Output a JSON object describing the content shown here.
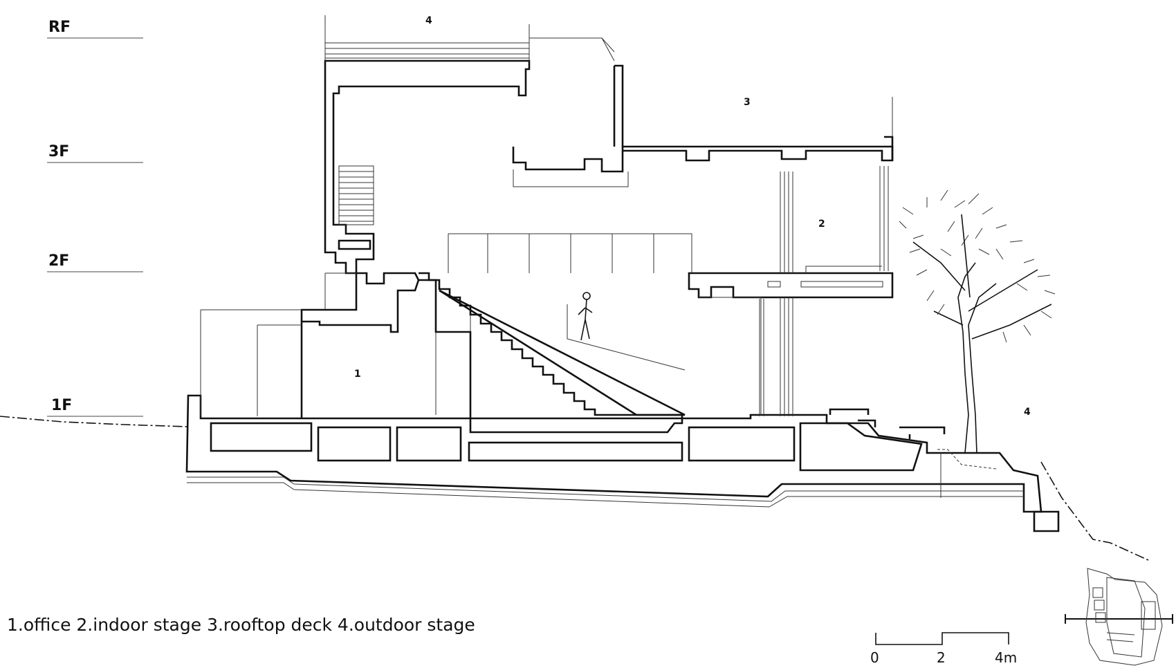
{
  "floor_levels": [
    {
      "id": "rf",
      "label": "RF"
    },
    {
      "id": "3f",
      "label": "3F"
    },
    {
      "id": "2f",
      "label": "2F"
    },
    {
      "id": "1f",
      "label": "1F"
    }
  ],
  "room_tags": [
    {
      "id": "office",
      "label": "1"
    },
    {
      "id": "indoor-stage",
      "label": "2"
    },
    {
      "id": "rooftop-deck",
      "label": "3"
    },
    {
      "id": "outdoor-stage-roof",
      "label": "4"
    },
    {
      "id": "outdoor-stage-ground",
      "label": "4"
    }
  ],
  "legend": "1.office  2.indoor stage 3.rooftop deck 4.outdoor stage",
  "scale_bar": {
    "ticks": [
      "0",
      "2",
      "4m"
    ]
  },
  "colors": {
    "line": "#111111",
    "background": "#ffffff"
  }
}
